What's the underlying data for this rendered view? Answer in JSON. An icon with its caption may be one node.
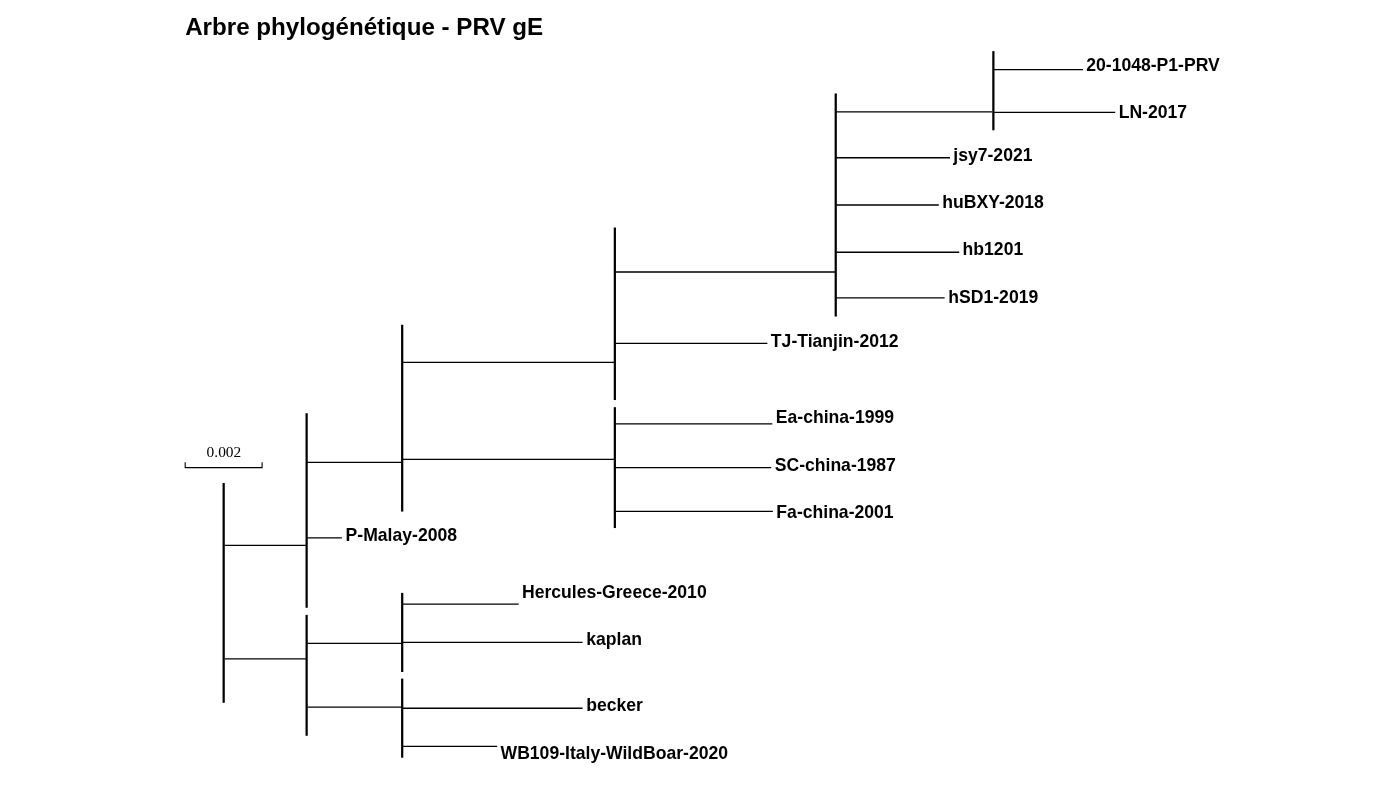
{
  "diagram": {
    "title": "Arbre phylogénétique - PRV gE",
    "nodes": [
      {
        "text": [],
        "shape": "bar"
      },
      {
        "text": [],
        "shape": "bar"
      },
      {
        "text": [],
        "shape": "bar"
      },
      {
        "text": [],
        "shape": "bar"
      },
      {
        "text": [],
        "shape": "bar"
      },
      {
        "text": [],
        "shape": "bar"
      },
      {
        "text": [
          "20-1048-P1-PRV"
        ]
      },
      {
        "text": [
          "LN-2017"
        ]
      },
      {
        "text": [
          "jsy7-2021"
        ]
      },
      {
        "text": [
          "huBXY-2018"
        ]
      },
      {
        "text": [
          "hb1201"
        ]
      },
      {
        "text": [
          "hSD1-2019"
        ]
      },
      {
        "text": [
          "TJ-Tianjin-2012"
        ]
      },
      {
        "text": [],
        "shape": "bar"
      },
      {
        "text": [
          "Ea-china-1999"
        ]
      },
      {
        "text": [
          "SC-china-1987"
        ]
      },
      {
        "text": [
          "Fa-china-2001"
        ]
      },
      {
        "text": [
          "P-Malay-2008"
        ]
      },
      {
        "text": [],
        "shape": "bar"
      },
      {
        "text": [],
        "shape": "bar"
      },
      {
        "text": [
          "Hercules-Greece-2010"
        ]
      },
      {
        "text": [
          "kaplan"
        ]
      },
      {
        "text": [],
        "shape": "bar"
      },
      {
        "text": [
          "becker"
        ]
      },
      {
        "text": [
          "WB109-Italy-WildBoar-2020"
        ]
      }
    ],
    "edges": [
      {
        "from": 0,
        "to": 1,
        "arrow": "none"
      },
      {
        "from": 1,
        "to": 2,
        "arrow": "none"
      },
      {
        "from": 2,
        "to": 3,
        "arrow": "none"
      },
      {
        "from": 3,
        "to": 4,
        "arrow": "none"
      },
      {
        "from": 4,
        "to": 5,
        "arrow": "none"
      },
      {
        "from": 5,
        "to": 6,
        "arrow": "none"
      },
      {
        "from": 5,
        "to": 7,
        "arrow": "none"
      },
      {
        "from": 4,
        "to": 8,
        "arrow": "none"
      },
      {
        "from": 4,
        "to": 9,
        "arrow": "none"
      },
      {
        "from": 4,
        "to": 10,
        "arrow": "none"
      },
      {
        "from": 4,
        "to": 11,
        "arrow": "none"
      },
      {
        "from": 3,
        "to": 12,
        "arrow": "none"
      },
      {
        "from": 2,
        "to": 13,
        "arrow": "none"
      },
      {
        "from": 13,
        "to": 14,
        "arrow": "none"
      },
      {
        "from": 13,
        "to": 15,
        "arrow": "none"
      },
      {
        "from": 13,
        "to": 16,
        "arrow": "none"
      },
      {
        "from": 1,
        "to": 17,
        "arrow": "none"
      },
      {
        "from": 0,
        "to": 18,
        "arrow": "none"
      },
      {
        "from": 18,
        "to": 19,
        "arrow": "none"
      },
      {
        "from": 19,
        "to": 20,
        "arrow": "none"
      },
      {
        "from": 19,
        "to": 21,
        "arrow": "none"
      },
      {
        "from": 18,
        "to": 22,
        "arrow": "none"
      },
      {
        "from": 22,
        "to": 23,
        "arrow": "none"
      },
      {
        "from": 22,
        "to": 24,
        "arrow": "none"
      }
    ],
    "labels": [
      "0.002"
    ]
  }
}
